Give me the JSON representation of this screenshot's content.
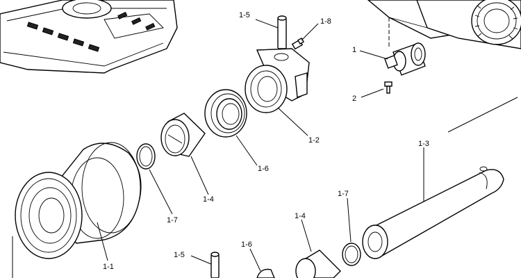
{
  "callouts": {
    "c_1_5_top": "1-5",
    "c_1_8": "1-8",
    "c_1": "1",
    "c_2": "2",
    "c_1_2": "1-2",
    "c_1_6_mid": "1-6",
    "c_1_3": "1-3",
    "c_1_4_mid": "1-4",
    "c_1_7_left": "1-7",
    "c_1_7_right": "1-7",
    "c_1_4_bottom": "1-4",
    "c_1_6_bottom": "1-6",
    "c_1_5_bottom": "1-5",
    "c_1_1": "1-1"
  }
}
